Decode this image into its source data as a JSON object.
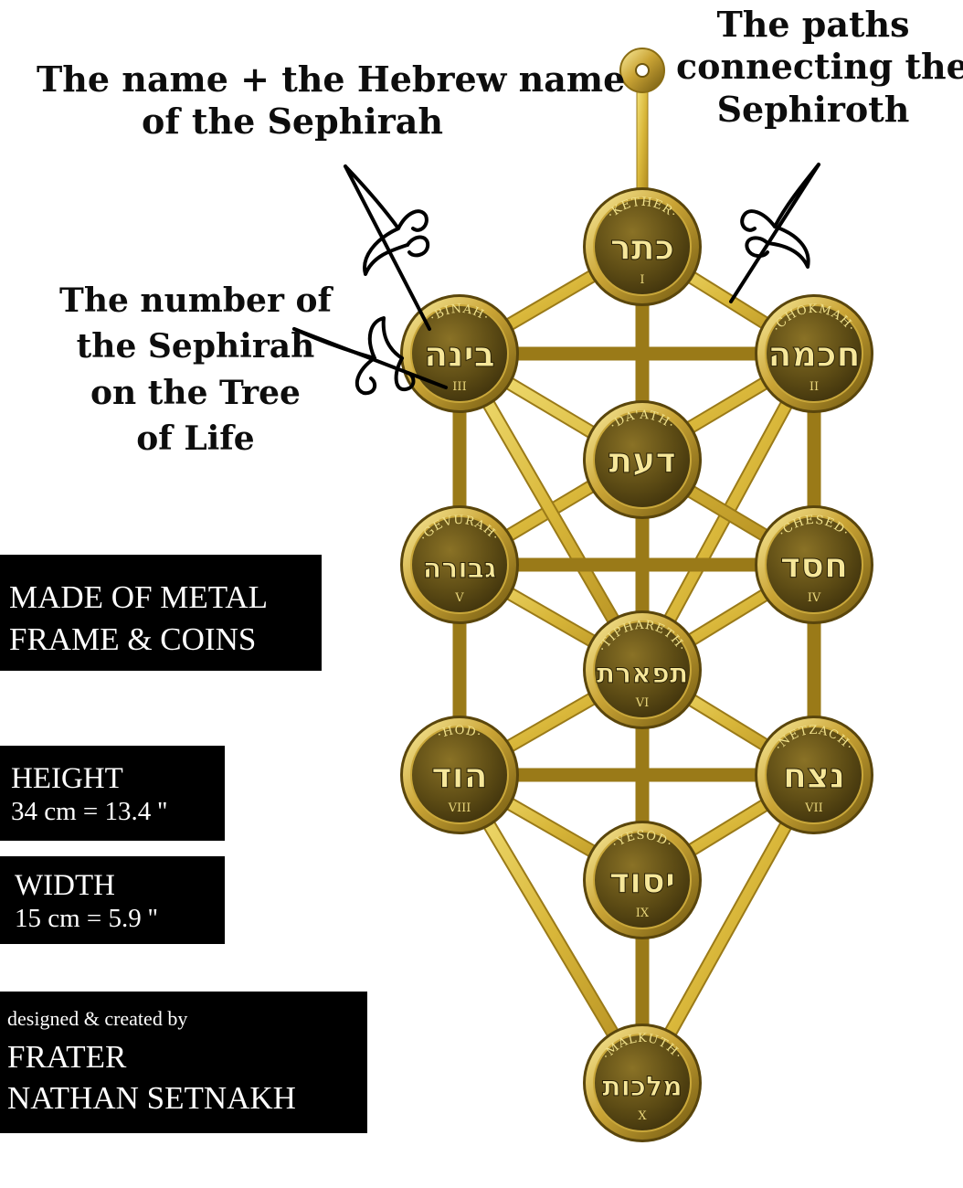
{
  "callouts": {
    "name_label": [
      "The name + the Hebrew name",
      "of the Sephirah"
    ],
    "paths_label": [
      "The paths",
      "connecting the",
      "Sephiroth"
    ],
    "number_label": [
      "The number of",
      "the Sephirah",
      "on the Tree",
      "of Life"
    ]
  },
  "info_boxes": {
    "material": [
      "MADE OF METAL",
      "FRAME & COINS"
    ],
    "height": [
      "HEIGHT",
      "34 cm = 13.4 ''"
    ],
    "width": [
      "WIDTH",
      "15 cm = 5.9 ''"
    ],
    "credit": {
      "small": "designed & created by",
      "name": [
        "FRATER",
        "NATHAN SETNAKH"
      ]
    }
  },
  "colors": {
    "gold_light": "#f3e27a",
    "gold_mid": "#d9b73a",
    "gold_dark": "#8a6d14",
    "coin_face": "#5b4a14",
    "coin_text": "#f1e28c",
    "background": "#ffffff",
    "box_bg": "#000000"
  },
  "sephiroth": [
    {
      "id": "kether",
      "name": "KETHER",
      "hebrew": "כתר",
      "numeral": "I"
    },
    {
      "id": "chokmah",
      "name": "CHOKMAH",
      "hebrew": "חכמה",
      "numeral": "II"
    },
    {
      "id": "binah",
      "name": "BINAH",
      "hebrew": "בינה",
      "numeral": "III"
    },
    {
      "id": "daath",
      "name": "DA'ATH",
      "hebrew": "דעת",
      "numeral": ""
    },
    {
      "id": "chesed",
      "name": "CHESED",
      "hebrew": "חסד",
      "numeral": "IV"
    },
    {
      "id": "gevurah",
      "name": "GEVURAH",
      "hebrew": "גבורה",
      "numeral": "V"
    },
    {
      "id": "tiphareth",
      "name": "TIPHARETH",
      "hebrew": "תפארת",
      "numeral": "VI"
    },
    {
      "id": "netzach",
      "name": "NETZACH",
      "hebrew": "נצח",
      "numeral": "VII"
    },
    {
      "id": "hod",
      "name": "HOD",
      "hebrew": "הוד",
      "numeral": "VIII"
    },
    {
      "id": "yesod",
      "name": "YESOD",
      "hebrew": "יסוד",
      "numeral": "IX"
    },
    {
      "id": "malkuth",
      "name": "MALKUTH",
      "hebrew": "מלכות",
      "numeral": "X"
    }
  ],
  "paths": [
    [
      "kether",
      "chokmah"
    ],
    [
      "kether",
      "binah"
    ],
    [
      "kether",
      "tiphareth"
    ],
    [
      "chokmah",
      "binah"
    ],
    [
      "chokmah",
      "chesed"
    ],
    [
      "chokmah",
      "tiphareth"
    ],
    [
      "chokmah",
      "gevurah"
    ],
    [
      "binah",
      "gevurah"
    ],
    [
      "binah",
      "tiphareth"
    ],
    [
      "binah",
      "chesed"
    ],
    [
      "chesed",
      "gevurah"
    ],
    [
      "chesed",
      "tiphareth"
    ],
    [
      "chesed",
      "netzach"
    ],
    [
      "gevurah",
      "tiphareth"
    ],
    [
      "gevurah",
      "hod"
    ],
    [
      "tiphareth",
      "netzach"
    ],
    [
      "tiphareth",
      "hod"
    ],
    [
      "tiphareth",
      "yesod"
    ],
    [
      "netzach",
      "hod"
    ],
    [
      "netzach",
      "yesod"
    ],
    [
      "netzach",
      "malkuth"
    ],
    [
      "hod",
      "yesod"
    ],
    [
      "hod",
      "malkuth"
    ],
    [
      "yesod",
      "malkuth"
    ]
  ]
}
